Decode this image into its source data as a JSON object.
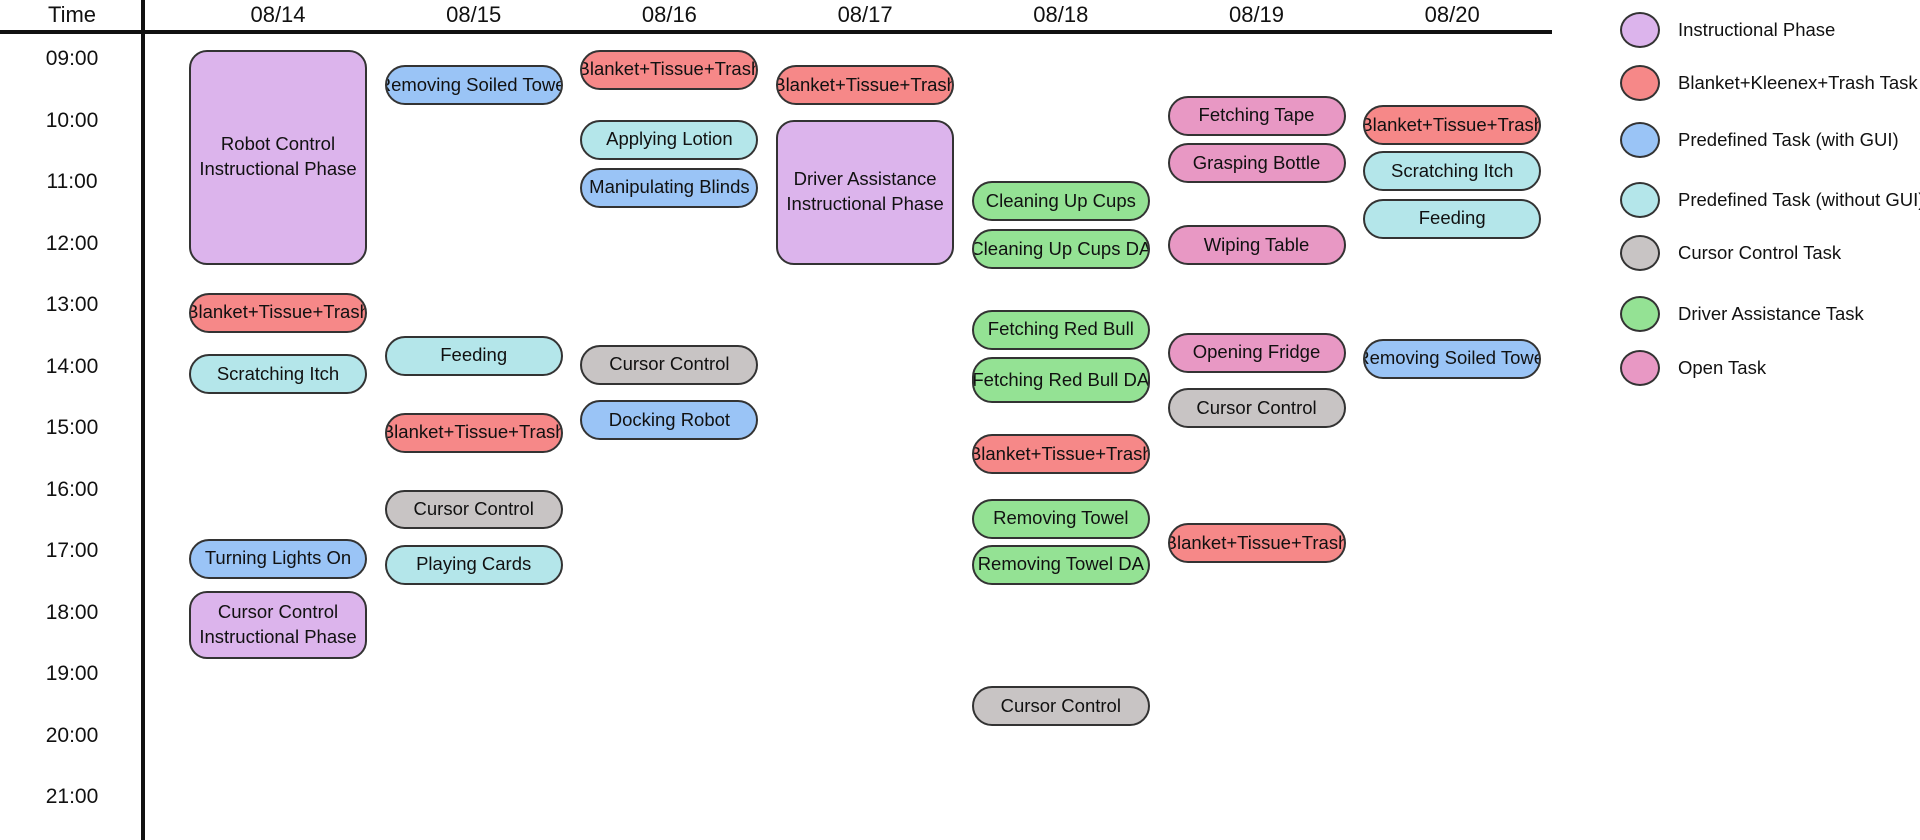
{
  "header": {
    "time_label": "Time"
  },
  "days": [
    "08/14",
    "08/15",
    "08/16",
    "08/17",
    "08/18",
    "08/19",
    "08/20"
  ],
  "times": [
    "09:00",
    "10:00",
    "11:00",
    "12:00",
    "13:00",
    "14:00",
    "15:00",
    "16:00",
    "17:00",
    "18:00",
    "19:00",
    "20:00",
    "21:00"
  ],
  "legend": [
    {
      "key": "instructional",
      "label": "Instructional Phase",
      "color": "#dcb4ec"
    },
    {
      "key": "blanket",
      "label": "Blanket+Kleenex+Trash Task",
      "color": "#f68888"
    },
    {
      "key": "gui",
      "label": "Predefined Task (with GUI)",
      "color": "#9ac4f6"
    },
    {
      "key": "nogui",
      "label": "Predefined Task (without GUI)",
      "color": "#b4e6ea"
    },
    {
      "key": "cursor",
      "label": "Cursor Control Task",
      "color": "#c8c4c4"
    },
    {
      "key": "driver",
      "label": "Driver  Assistance Task",
      "color": "#94e294"
    },
    {
      "key": "open",
      "label": "Open Task",
      "color": "#e898c4"
    }
  ],
  "events": [
    {
      "day": 0,
      "start": 8.85,
      "end": 12.35,
      "cat": "instructional",
      "label": "Robot Control\nInstructional Phase",
      "shape": "block"
    },
    {
      "day": 0,
      "start": 12.8,
      "end": 13.45,
      "cat": "blanket",
      "label": "Blanket+Tissue+Trash"
    },
    {
      "day": 0,
      "start": 13.8,
      "end": 14.45,
      "cat": "nogui",
      "label": "Scratching Itch"
    },
    {
      "day": 0,
      "start": 16.8,
      "end": 17.45,
      "cat": "gui",
      "label": "Turning Lights On"
    },
    {
      "day": 0,
      "start": 17.65,
      "end": 18.75,
      "cat": "instructional",
      "label": "Cursor Control\nInstructional Phase",
      "shape": "block"
    },
    {
      "day": 1,
      "start": 9.1,
      "end": 9.75,
      "cat": "gui",
      "label": "Removing Soiled Towel"
    },
    {
      "day": 1,
      "start": 13.5,
      "end": 14.15,
      "cat": "nogui",
      "label": "Feeding"
    },
    {
      "day": 1,
      "start": 14.75,
      "end": 15.4,
      "cat": "blanket",
      "label": "Blanket+Tissue+Trash"
    },
    {
      "day": 1,
      "start": 16.0,
      "end": 16.65,
      "cat": "cursor",
      "label": "Cursor Control"
    },
    {
      "day": 1,
      "start": 16.9,
      "end": 17.55,
      "cat": "nogui",
      "label": "Playing Cards"
    },
    {
      "day": 2,
      "start": 8.85,
      "end": 9.5,
      "cat": "blanket",
      "label": "Blanket+Tissue+Trash"
    },
    {
      "day": 2,
      "start": 9.99,
      "end": 10.64,
      "cat": "nogui",
      "label": "Applying Lotion"
    },
    {
      "day": 2,
      "start": 10.77,
      "end": 11.42,
      "cat": "gui",
      "label": "Manipulating Blinds"
    },
    {
      "day": 2,
      "start": 13.65,
      "end": 14.3,
      "cat": "cursor",
      "label": "Cursor Control"
    },
    {
      "day": 2,
      "start": 14.55,
      "end": 15.2,
      "cat": "gui",
      "label": "Docking Robot"
    },
    {
      "day": 3,
      "start": 9.1,
      "end": 9.75,
      "cat": "blanket",
      "label": "Blanket+Tissue+Trash"
    },
    {
      "day": 3,
      "start": 9.99,
      "end": 12.35,
      "cat": "instructional",
      "label": "Driver Assistance\nInstructional Phase",
      "shape": "block"
    },
    {
      "day": 4,
      "start": 10.99,
      "end": 11.64,
      "cat": "driver",
      "label": "Cleaning Up Cups"
    },
    {
      "day": 4,
      "start": 11.77,
      "end": 12.42,
      "cat": "driver",
      "label": "Cleaning Up Cups DA"
    },
    {
      "day": 4,
      "start": 13.08,
      "end": 13.73,
      "cat": "driver",
      "label": "Fetching Red Bull"
    },
    {
      "day": 4,
      "start": 13.85,
      "end": 14.6,
      "cat": "driver",
      "label": "Fetching Red Bull DA"
    },
    {
      "day": 4,
      "start": 15.1,
      "end": 15.75,
      "cat": "blanket",
      "label": "Blanket+Tissue+Trash"
    },
    {
      "day": 4,
      "start": 16.15,
      "end": 16.8,
      "cat": "driver",
      "label": "Removing Towel"
    },
    {
      "day": 4,
      "start": 16.9,
      "end": 17.55,
      "cat": "driver",
      "label": "Removing Towel DA"
    },
    {
      "day": 4,
      "start": 19.2,
      "end": 19.85,
      "cat": "cursor",
      "label": "Cursor Control"
    },
    {
      "day": 5,
      "start": 9.6,
      "end": 10.25,
      "cat": "open",
      "label": "Fetching Tape"
    },
    {
      "day": 5,
      "start": 10.37,
      "end": 11.02,
      "cat": "open",
      "label": "Grasping Bottle"
    },
    {
      "day": 5,
      "start": 11.7,
      "end": 12.35,
      "cat": "open",
      "label": "Wiping Table"
    },
    {
      "day": 5,
      "start": 13.45,
      "end": 14.1,
      "cat": "open",
      "label": "Opening Fridge"
    },
    {
      "day": 5,
      "start": 14.35,
      "end": 15.0,
      "cat": "cursor",
      "label": "Cursor Control"
    },
    {
      "day": 5,
      "start": 16.55,
      "end": 17.2,
      "cat": "blanket",
      "label": "Blanket+Tissue+Trash"
    },
    {
      "day": 6,
      "start": 9.75,
      "end": 10.4,
      "cat": "blanket",
      "label": "Blanket+Tissue+Trash"
    },
    {
      "day": 6,
      "start": 10.5,
      "end": 11.15,
      "cat": "nogui",
      "label": "Scratching Itch"
    },
    {
      "day": 6,
      "start": 11.27,
      "end": 11.92,
      "cat": "nogui",
      "label": "Feeding"
    },
    {
      "day": 6,
      "start": 13.55,
      "end": 14.2,
      "cat": "gui",
      "label": "Removing Soiled Towel"
    }
  ]
}
